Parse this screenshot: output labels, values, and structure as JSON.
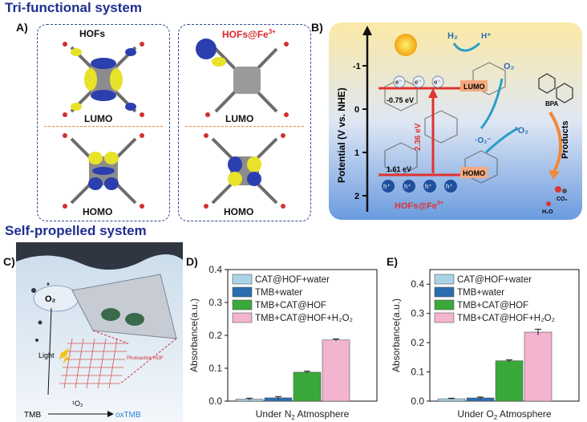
{
  "sections": {
    "top_title": "Tri-functional system",
    "bottom_title": "Self-propelled system"
  },
  "panel_a": {
    "label": "A)",
    "left_box": {
      "title": "HOFs",
      "lumo": "LUMO",
      "homo": "HOMO"
    },
    "right_box": {
      "title_main": "HOFs@Fe",
      "title_sup": "3+",
      "lumo": "LUMO",
      "homo": "HOMO"
    },
    "colors": {
      "lumo_text": "#2a6fb5",
      "homo_text": "#2e9a3c",
      "right_title": "#d9262c",
      "divider": "#e8893a"
    }
  },
  "panel_b": {
    "label": "B)",
    "y_axis_label": "Potential (V vs. NHE)",
    "y_ticks": [
      "-1",
      "0",
      "1",
      "2"
    ],
    "lumo_value": "-0.75 eV",
    "homo_value": "1.61 eV",
    "gap_value": "2.36 eV",
    "lumo": "LUMO",
    "homo": "HOMO",
    "electron": "e⁻",
    "hole": "h⁺",
    "h2": "H₂",
    "hplus": "H⁺",
    "o2": "O₂",
    "superoxide": "·O₂⁻",
    "singlet_o2": "¹O₂",
    "bpa": "BPA",
    "products": "Products",
    "co2": "CO₂",
    "h2o": "H₂O",
    "material_main": "HOFs@Fe",
    "material_sup": "3+"
  },
  "panel_c": {
    "label": "C)",
    "o2": "O₂",
    "light": "Light",
    "photoactive": "Photoactive HOF",
    "tmb": "TMB",
    "singlet_o2": "¹O₂",
    "oxtmb": "oxTMB"
  },
  "chart_data": [
    {
      "panel": "D)",
      "type": "bar",
      "xlabel_main": "Under N",
      "xlabel_sub": "2",
      "xlabel_tail": " Atmosphere",
      "ylabel": "Absorbance(a.u.)",
      "ylim": [
        0.0,
        0.4
      ],
      "yticks": [
        "0.0",
        "0.1",
        "0.2",
        "0.3",
        "0.4"
      ],
      "series": [
        {
          "name": "CAT@HOF+water",
          "value": 0.006,
          "error": 0.003,
          "color": "#a9d4e8"
        },
        {
          "name": "TMB+water",
          "value": 0.01,
          "error": 0.004,
          "color": "#2a6db0"
        },
        {
          "name": "TMB+CAT@HOF",
          "value": 0.088,
          "error": 0.003,
          "color": "#3aa83a"
        },
        {
          "name": "TMB+CAT@HOF+H₂O₂",
          "value": 0.186,
          "error": 0.003,
          "color": "#f3b4cf"
        }
      ]
    },
    {
      "panel": "E)",
      "type": "bar",
      "xlabel_main": "Under O",
      "xlabel_sub": "2",
      "xlabel_tail": " Atmosphere",
      "ylabel": "Absorbance(a.u.)",
      "ylim": [
        0.0,
        0.45
      ],
      "yticks": [
        "0.0",
        "0.1",
        "0.2",
        "0.3",
        "0.4"
      ],
      "series": [
        {
          "name": "CAT@HOF+water",
          "value": 0.008,
          "error": 0.002,
          "color": "#a9d4e8"
        },
        {
          "name": "TMB+water",
          "value": 0.011,
          "error": 0.003,
          "color": "#2a6db0"
        },
        {
          "name": "TMB+CAT@HOF",
          "value": 0.138,
          "error": 0.003,
          "color": "#3aa83a"
        },
        {
          "name": "TMB+CAT@HOF+H₂O₂",
          "value": 0.236,
          "error": 0.01,
          "color": "#f3b4cf"
        }
      ]
    }
  ]
}
